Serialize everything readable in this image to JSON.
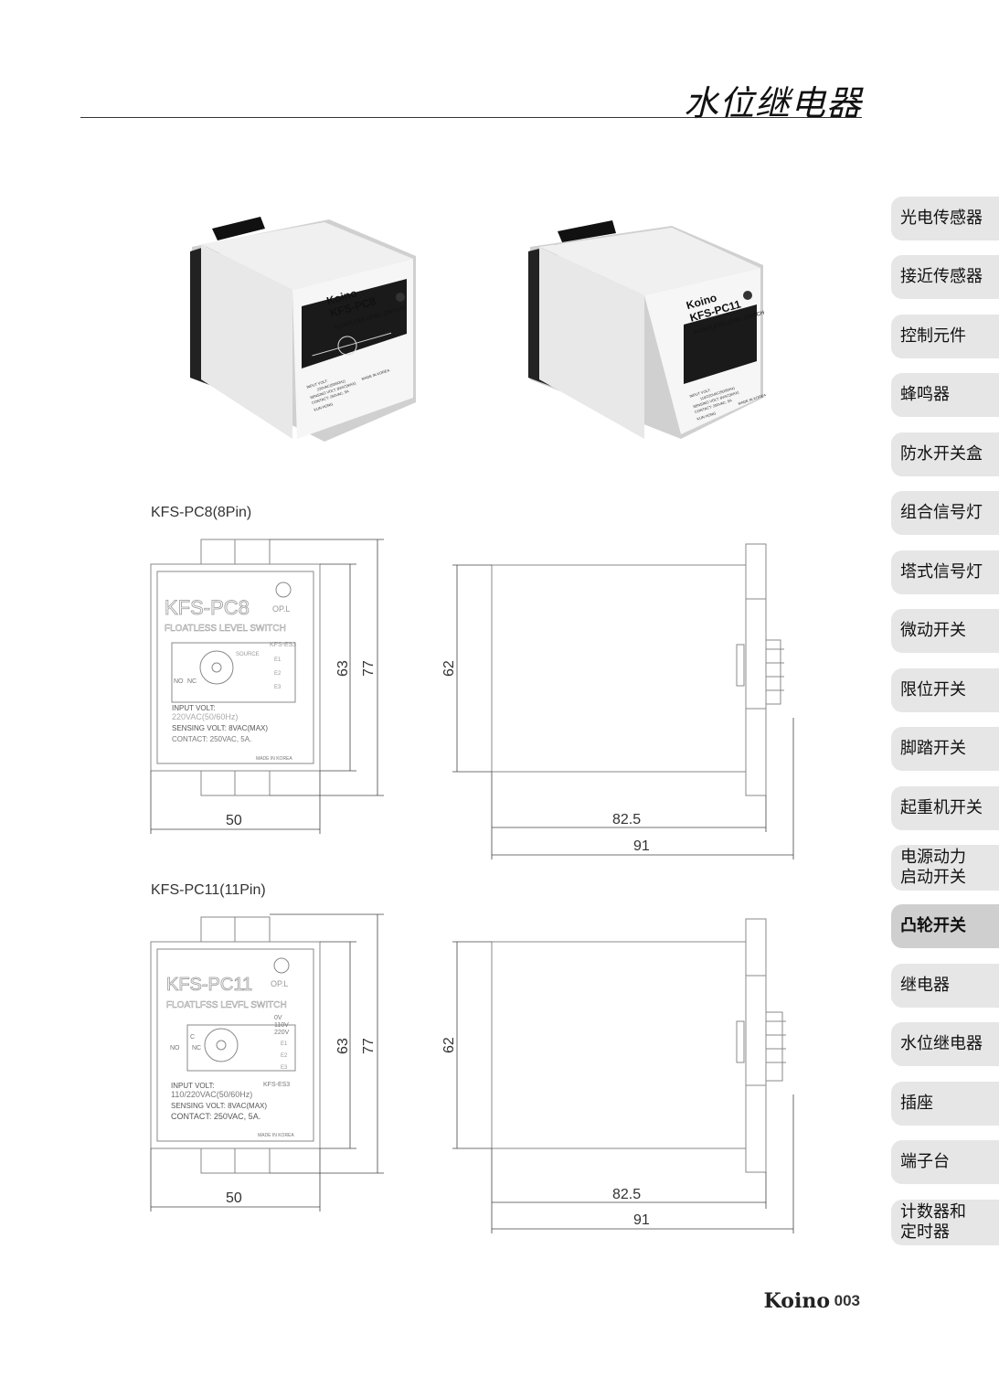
{
  "header": {
    "title": "水位继电器"
  },
  "nav_tabs": [
    {
      "label": "光电传感器",
      "active": false
    },
    {
      "label": "接近传感器",
      "active": false
    },
    {
      "label": "控制元件",
      "active": false
    },
    {
      "label": "蜂鸣器",
      "active": false
    },
    {
      "label": "防水开关盒",
      "active": false
    },
    {
      "label": "组合信号灯",
      "active": false
    },
    {
      "label": "塔式信号灯",
      "active": false
    },
    {
      "label": "微动开关",
      "active": false
    },
    {
      "label": "限位开关",
      "active": false
    },
    {
      "label": "脚踏开关",
      "active": false
    },
    {
      "label": "起重机开关",
      "active": false
    },
    {
      "label": "电源动力\n启动开关",
      "active": false
    },
    {
      "label": "凸轮开关",
      "active": true
    },
    {
      "label": "继电器",
      "active": false
    },
    {
      "label": "水位继电器",
      "active": false
    },
    {
      "label": "插座",
      "active": false
    },
    {
      "label": "端子台",
      "active": false
    },
    {
      "label": "计数器和\n定时器",
      "active": false
    }
  ],
  "products": [
    {
      "label": "KFS-PC8(8Pin)",
      "model": "KFS-PC8",
      "brand": "Koino",
      "subtitle": "FLOATLESS LEVEL SWITCH",
      "op_label": "OP.L",
      "series": "KFS-ES3",
      "source_label": "SOURCE",
      "pins_left": [
        "NO",
        "NC"
      ],
      "electrodes": [
        "E1",
        "E2",
        "E3"
      ],
      "spec_lines": [
        "INPUT VOLT:",
        "220VAC(50/60Hz)",
        "SENSING VOLT: 8VAC(MAX)",
        "CONTACT: 250VAC, 5A."
      ],
      "made_in": "MADE IN KOREA",
      "photo_lines": [
        "INPUT VOLT:",
        "220VAC(50/60Hz)",
        "SENSING VOLT: 8VAC(MAX)",
        "CONTACT: 250VAC, 5A",
        "KUN HONG",
        "MADE IN KOREA"
      ],
      "dims": {
        "front_width": "50",
        "front_inner_h": "63",
        "front_outer_h": "77",
        "side_h": "62",
        "side_body": "82.5",
        "side_total": "91"
      }
    },
    {
      "label": "KFS-PC11(11Pin)",
      "model": "KFS-PC11",
      "brand": "Koino",
      "subtitle": "FLOATLFSS LEVFL SWITCH",
      "op_label": "OP.L",
      "series": "KFS-ES3",
      "voltages": [
        "0V",
        "110V",
        "220V"
      ],
      "pins_left": [
        "NO",
        "NC",
        "C"
      ],
      "electrodes": [
        "E1",
        "E2",
        "E3"
      ],
      "spec_lines": [
        "INPUT VOLT:",
        "110/220VAC(50/60Hz)",
        "SENSING VOLT: 8VAC(MAX)",
        "CONTACT: 250VAC, 5A."
      ],
      "made_in": "MADE IN KOREA",
      "photo_subtitle": "FLOATLESS LEVEL SWITCH",
      "photo_lines": [
        "INPUT VOLT:",
        "110/220VAC(50/60Hz)",
        "SENSING VOLT: 8VAC(MAX)",
        "CONTACT: 250VAC, 5A",
        "KUN HONG",
        "MADE IN KOREA"
      ],
      "dims": {
        "front_width": "50",
        "front_inner_h": "63",
        "front_outer_h": "77",
        "side_h": "62",
        "side_body": "82.5",
        "side_total": "91"
      }
    }
  ],
  "footer": {
    "logo": "Koino",
    "page": "003"
  }
}
